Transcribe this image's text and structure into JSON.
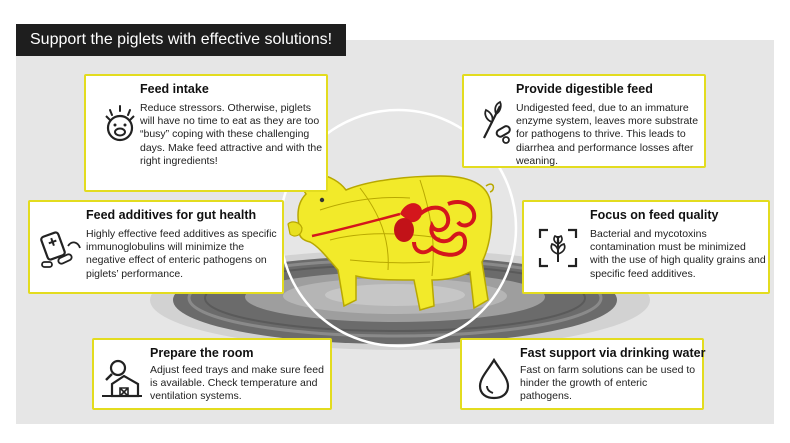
{
  "banner": {
    "title": "Support the piglets with effective solutions!"
  },
  "cards": {
    "feed_intake": {
      "heading": "Feed intake",
      "body": "Reduce stressors. Otherwise, piglets will have no time to eat as they are too “busy” coping with these challenging days. Make feed attractive and with the right ingredients!",
      "icon": "stressed-pig-icon"
    },
    "digestible_feed": {
      "heading": "Provide digestible feed",
      "body": "Undigested feed, due to an immature enzyme system, leaves more substrate for pathogens to thrive. This leads to diarrhea and performance losses after weaning.",
      "icon": "grain-feed-icon"
    },
    "gut_health": {
      "heading": "Feed additives for gut health",
      "body": "Highly effective feed additives as specific immunoglobulins will minimize the negative effect of enteric pathogens on piglets’ performance.",
      "icon": "feed-additive-icon"
    },
    "feed_quality": {
      "heading": "Focus on feed quality",
      "body": "Bacterial and mycotoxins contamination must be minimized with the use of high quality grains and specific feed additives.",
      "icon": "grain-focus-icon"
    },
    "prepare_room": {
      "heading": "Prepare the room",
      "body": "Adjust feed trays and make sure feed is available. Check temperature and ventilation systems.",
      "icon": "barn-inspection-icon"
    },
    "drinking_water": {
      "heading": "Fast support via drinking water",
      "body": "Fast on farm solutions can be used to hinder the growth of enteric pathogens.",
      "icon": "water-drop-icon"
    }
  },
  "colors": {
    "accent_yellow": "#e3dc1f",
    "pig_yellow": "#f2ea2a",
    "organ_red": "#d4161c",
    "banner_dark": "#1e1e1e",
    "panel_gray": "#e6e6e6"
  }
}
